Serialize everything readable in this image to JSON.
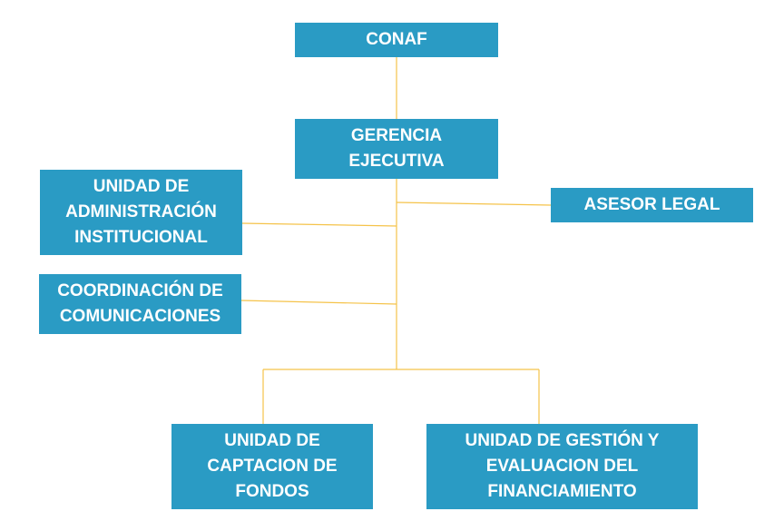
{
  "diagram": {
    "line_color": "#f5c34a",
    "box_color": "#2a9bc4",
    "text_color": "#ffffff",
    "nodes": {
      "conaf": "CONAF",
      "gerencia": "GERENCIA\nEJECUTIVA",
      "asesor": "ASESOR LEGAL",
      "administracion": "UNIDAD DE\nADMINISTRACIÓN\nINSTITUCIONAL",
      "coordinacion": "COORDINACIÓN DE\nCOMUNICACIONES",
      "captacion": "UNIDAD DE\nCAPTACION DE\nFONDOS",
      "gestion": "UNIDAD DE GESTIÓN Y\nEVALUACION DEL\nFINANCIAMIENTO"
    }
  }
}
